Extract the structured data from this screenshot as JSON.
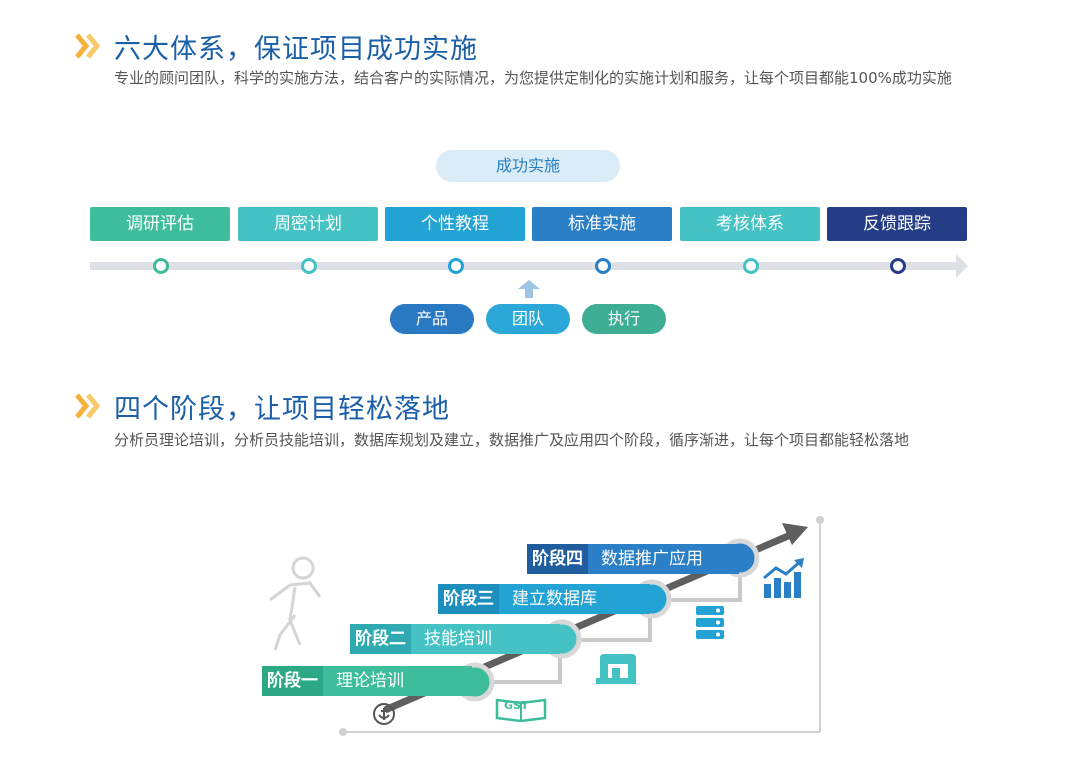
{
  "section1": {
    "title": "六大体系，保证项目成功实施",
    "desc": "专业的顾问团队，科学的实施方法，结合客户的实际情况，为您提供定制化的实施计划和服务，让每个项目都能100%成功实施",
    "top_pill": "成功实施",
    "steps": [
      {
        "label": "调研评估",
        "color": "#3dbd99"
      },
      {
        "label": "周密计划",
        "color": "#45c2c4"
      },
      {
        "label": "个性教程",
        "color": "#22a3d4"
      },
      {
        "label": "标准实施",
        "color": "#2a7fc6"
      },
      {
        "label": "考核体系",
        "color": "#45c2c4"
      },
      {
        "label": "反馈跟踪",
        "color": "#243d86"
      }
    ],
    "bottom_pills": [
      {
        "label": "产品",
        "color": "#2879c1"
      },
      {
        "label": "团队",
        "color": "#2ba8d8"
      },
      {
        "label": "执行",
        "color": "#3dae93"
      }
    ]
  },
  "section2": {
    "title": "四个阶段，让项目轻松落地",
    "desc": "分析员理论培训，分析员技能培训，数据库规划及建立，数据推广及应用四个阶段，循序渐进，让每个项目都能轻松落地",
    "stages": [
      {
        "tag": "阶段一",
        "label": "理论培训",
        "tag_color": "#2da884",
        "color": "#3dbd99"
      },
      {
        "tag": "阶段二",
        "label": "技能培训",
        "tag_color": "#2eaab0",
        "color": "#45c2c4"
      },
      {
        "tag": "阶段三",
        "label": "建立数据库",
        "tag_color": "#1c8fbe",
        "color": "#22a3d4"
      },
      {
        "tag": "阶段四",
        "label": "数据推广应用",
        "tag_color": "#1f5d9e",
        "color": "#2a7fc6"
      }
    ],
    "icon_badge_text": "GST"
  },
  "colors": {
    "heading": "#1a5fa8",
    "chevron": "#f4b13c",
    "chevron2": "#f7c96a"
  }
}
